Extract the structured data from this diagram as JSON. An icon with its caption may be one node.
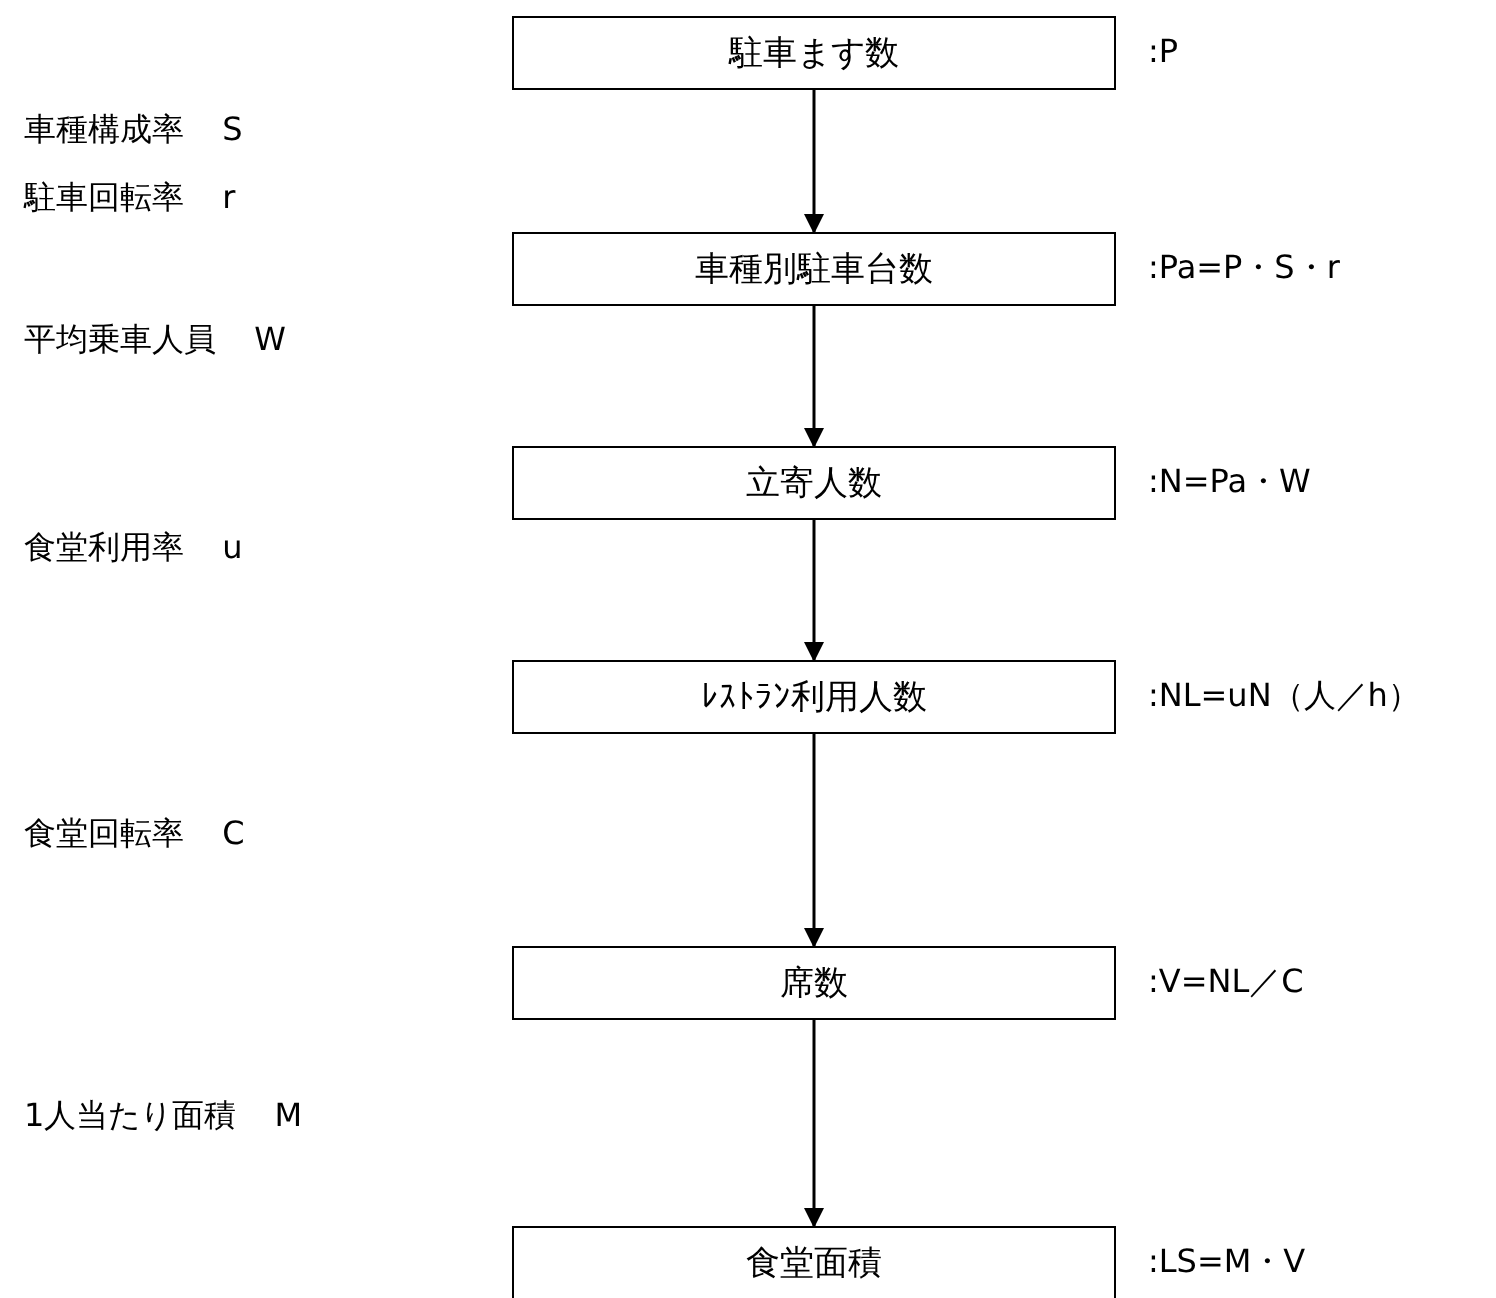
{
  "diagram": {
    "nodes": [
      {
        "text": [
          "駐車ます数"
        ],
        "beside": [
          ":P"
        ]
      },
      {
        "text": [
          "車種別駐車台数"
        ],
        "beside": [
          ":Pa=P・S・r"
        ]
      },
      {
        "text": [
          "立寄人数"
        ],
        "beside": [
          ":N=Pa・W"
        ]
      },
      {
        "text": [
          "ﾚｽﾄﾗﾝ利用人数"
        ],
        "beside": [
          ":NL=uN（人／h）"
        ]
      },
      {
        "text": [
          "席数"
        ],
        "beside": [
          ":V=NL／C"
        ]
      },
      {
        "text": [
          "食堂面積"
        ],
        "beside": [
          ":LS=M・V"
        ]
      }
    ],
    "edges": [
      {
        "from": 0,
        "to": 1,
        "arrow": "to"
      },
      {
        "from": 1,
        "to": 2,
        "arrow": "to"
      },
      {
        "from": 2,
        "to": 3,
        "arrow": "to"
      },
      {
        "from": 3,
        "to": 4,
        "arrow": "to"
      },
      {
        "from": 4,
        "to": 5,
        "arrow": "to"
      }
    ],
    "labels": [
      "車種構成率 S",
      "駐車回転率 r",
      "平均乗車人員 W",
      "食堂利用率 u",
      "食堂回転率 C",
      "1人当たり面積 M"
    ]
  }
}
